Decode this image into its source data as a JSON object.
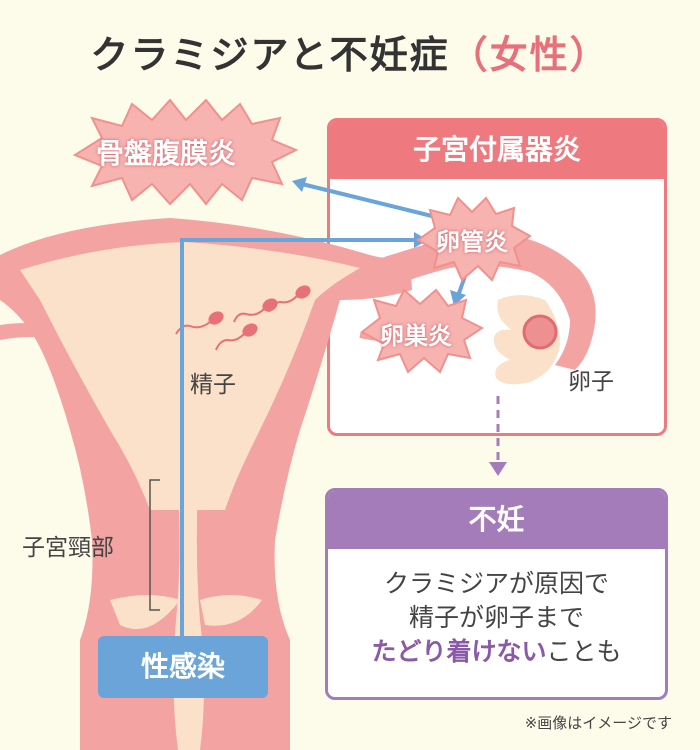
{
  "title": {
    "main": "クラミジアと不妊症",
    "sub": "（女性）"
  },
  "labels": {
    "pelvic_peritonitis": "骨盤腹膜炎",
    "adnexitis": "子宮付属器炎",
    "salpingitis": "卵管炎",
    "oophoritis": "卵巣炎",
    "sperm": "精子",
    "ovum": "卵子",
    "cervix": "子宮頸部",
    "sti": "性感染"
  },
  "infertility": {
    "heading": "不妊",
    "line1": "クラミジアが原因で",
    "line2": "精子が卵子まで",
    "line3_highlight": "たどり着けない",
    "line3_rest": "ことも"
  },
  "note": "※画像はイメージです",
  "colors": {
    "background": "#fdfbea",
    "uterus_outer": "#f2a3a2",
    "uterus_inner": "#fbe1c9",
    "adnexitis_accent": "#ee7a80",
    "infertility_accent": "#a47cba",
    "path_blue": "#6aa4d8",
    "burst": "#f6b3b0"
  }
}
